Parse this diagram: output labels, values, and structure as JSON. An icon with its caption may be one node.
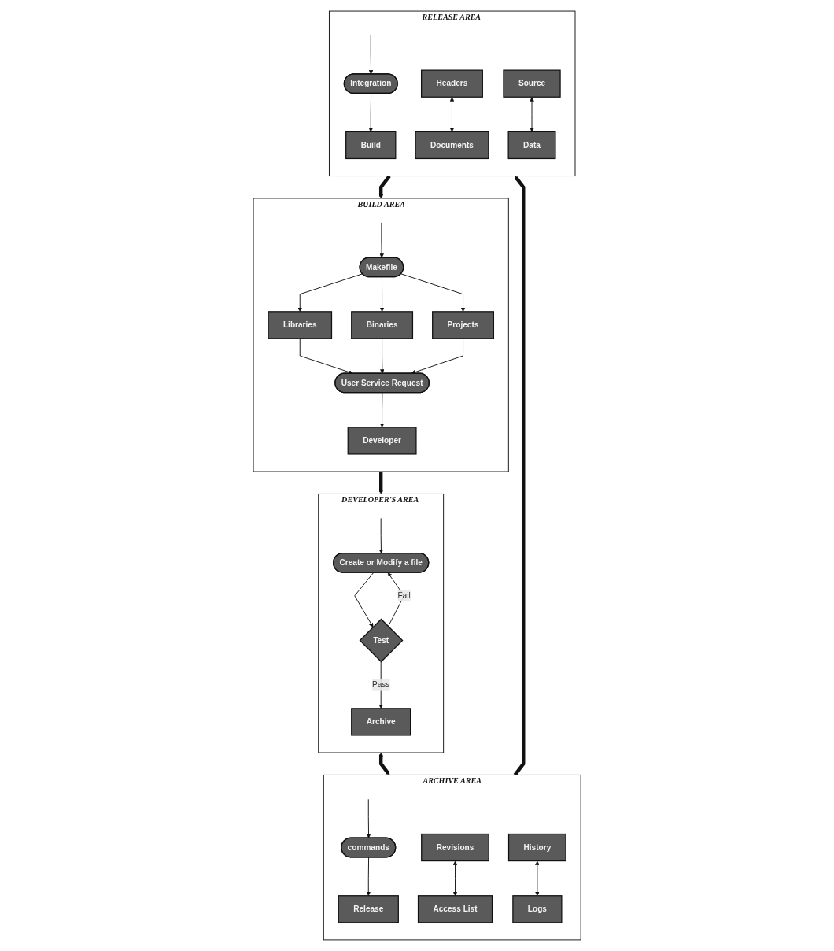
{
  "diagram": {
    "nodes": [
      {
        "text": [
          "DEVELOPER'S AREA"
        ]
      },
      {
        "text": [
          "Create or Modify a file"
        ],
        "in": 0
      },
      {
        "text": [
          "Test"
        ],
        "in": 0
      },
      {
        "text": [
          "Archive"
        ],
        "in": 0
      },
      {
        "text": [
          "ARCHIVE AREA"
        ]
      },
      {
        "text": [
          "commands"
        ],
        "in": 4
      },
      {
        "text": [
          "Revisions"
        ],
        "in": 4
      },
      {
        "text": [
          "Access List"
        ],
        "in": 4
      },
      {
        "text": [
          "History"
        ],
        "in": 4
      },
      {
        "text": [
          "Logs"
        ],
        "in": 4
      },
      {
        "text": [
          "Release"
        ],
        "in": 4
      },
      {
        "text": [
          "BUILD AREA"
        ]
      },
      {
        "text": [
          "Makefile"
        ],
        "in": 11
      },
      {
        "text": [
          "Libraries"
        ],
        "in": 11
      },
      {
        "text": [
          "Binaries"
        ],
        "in": 11
      },
      {
        "text": [
          "Projects"
        ],
        "in": 11
      },
      {
        "text": [
          "User Service Request"
        ],
        "in": 11
      },
      {
        "text": [
          "Developer"
        ],
        "in": 11
      },
      {
        "text": [
          "RELEASE AREA"
        ]
      },
      {
        "text": [
          "Integration"
        ],
        "in": 18
      },
      {
        "text": [
          "Headers"
        ],
        "in": 18
      },
      {
        "text": [
          "Documents"
        ],
        "in": 18
      },
      {
        "text": [
          "Source"
        ],
        "in": 18
      },
      {
        "text": [
          "Data"
        ],
        "in": 18
      },
      {
        "text": [
          "Build"
        ],
        "in": 18
      }
    ],
    "edges": [
      {
        "from": null,
        "to": 1,
        "arrow": "to"
      },
      {
        "from": 1,
        "to": 2,
        "arrow": "to"
      },
      {
        "from": 2,
        "to": 1,
        "arrow": "to",
        "label": "Fail"
      },
      {
        "from": 2,
        "to": 3,
        "arrow": "to",
        "label": "Pass"
      },
      {
        "from": 0,
        "to": 4,
        "arrow": "both",
        "style": "thick"
      },
      {
        "from": null,
        "to": 5,
        "arrow": "to"
      },
      {
        "from": 5,
        "to": 10,
        "arrow": "to"
      },
      {
        "from": 6,
        "to": 7,
        "arrow": "both"
      },
      {
        "from": 8,
        "to": 9,
        "arrow": "both"
      },
      {
        "from": 4,
        "to": 18,
        "arrow": "to",
        "style": "thick"
      },
      {
        "from": null,
        "to": 19,
        "arrow": "to"
      },
      {
        "from": 19,
        "to": 24,
        "arrow": "to"
      },
      {
        "from": 20,
        "to": 21,
        "arrow": "both"
      },
      {
        "from": 22,
        "to": 23,
        "arrow": "both"
      },
      {
        "from": 18,
        "to": 11,
        "arrow": "to",
        "style": "thick"
      },
      {
        "from": null,
        "to": 12,
        "arrow": "to"
      },
      {
        "from": 12,
        "to": 13,
        "arrow": "to"
      },
      {
        "from": 12,
        "to": 14,
        "arrow": "to"
      },
      {
        "from": 12,
        "to": 15,
        "arrow": "to"
      },
      {
        "from": 13,
        "to": 16,
        "arrow": "to"
      },
      {
        "from": 14,
        "to": 16,
        "arrow": "to"
      },
      {
        "from": 15,
        "to": 16,
        "arrow": "to"
      },
      {
        "from": 16,
        "to": 17,
        "arrow": "to"
      },
      {
        "from": 11,
        "to": 0,
        "arrow": "to",
        "style": "thick"
      }
    ]
  }
}
